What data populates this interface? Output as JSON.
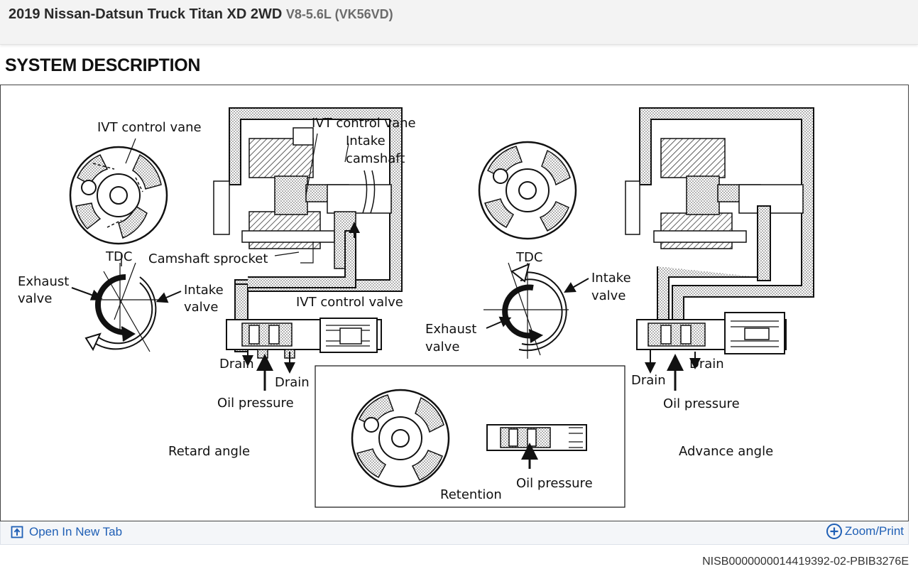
{
  "header": {
    "vehicle": "2019 Nissan-Datsun Truck Titan XD 2WD",
    "engine": "V8-5.6L (VK56VD)"
  },
  "section": {
    "title": "SYSTEM DESCRIPTION"
  },
  "figure": {
    "labels": {
      "ivt_vane_left": "IVT control vane",
      "tdc_left": "TDC",
      "exhaust_left": "Exhaust",
      "valve_exhaust_left": "valve",
      "intake_left": "Intake",
      "valve_intake_left": "valve",
      "sprocket": "Camshaft sprocket",
      "ivt_vane_center": "IVT control vane",
      "intake_cam": "Intake",
      "camshaft": "camshaft",
      "ivt_valve": "IVT control valve",
      "drain_1": "Drain",
      "drain_2": "Drain",
      "oil_1": "Oil pressure",
      "retard": "Retard angle",
      "tdc_right": "TDC",
      "intake_right": "Intake",
      "valve_intake_right": "valve",
      "exhaust_right": "Exhaust",
      "valve_exhaust_right": "valve",
      "drain_3": "Drain",
      "drain_4": "Drain",
      "oil_2": "Oil pressure",
      "advance": "Advance angle",
      "retention": "Retention",
      "oil_3": "Oil pressure"
    }
  },
  "toolbar": {
    "open_label": "Open In New Tab",
    "zoom_label": "Zoom/Print",
    "open_icon": "open-in-new-tab-icon",
    "zoom_icon": "zoom-plus-icon"
  },
  "footer": {
    "doc_id": "NISB0000000014419392-02-PBIB3276E"
  },
  "colors": {
    "link": "#1f5fb5",
    "header_bg": "#f3f3f3"
  }
}
